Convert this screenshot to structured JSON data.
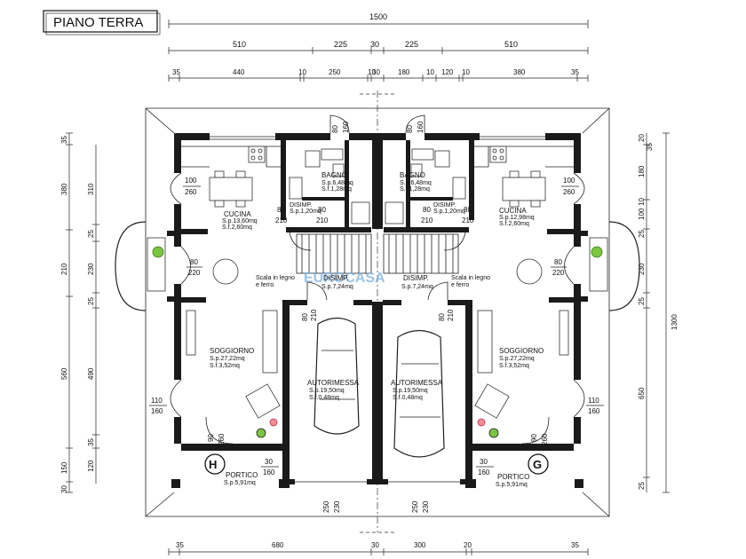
{
  "title": "PIANO TERRA",
  "top_dims": {
    "total": "1500",
    "row2": [
      "510",
      "225",
      "30",
      "225",
      "510"
    ],
    "row3": [
      "35",
      "440",
      "10",
      "250",
      "10",
      "30",
      "180",
      "10",
      "120",
      "10",
      "380",
      "35"
    ]
  },
  "bottom_dims": [
    "35",
    "680",
    "30",
    "300",
    "20",
    "35"
  ],
  "left_dims_outer": [
    "35",
    "380",
    "210",
    "560",
    "150",
    "30"
  ],
  "left_dims_inner": [
    "310",
    "25",
    "230",
    "25",
    "490",
    "35",
    "120"
  ],
  "right_dims_inner": [
    "20",
    "35",
    "180",
    "10",
    "100",
    "25",
    "230",
    "25",
    "650",
    "25"
  ],
  "right_total": "1300",
  "rooms": {
    "cucina_left": {
      "name": "CUCINA",
      "sp": "S.p.13,60mq",
      "sf": "S.f.2,60mq"
    },
    "cucina_right": {
      "name": "CUCINA",
      "sp": "S.p.12,98mq",
      "sf": "S.f.2,60mq"
    },
    "bagno_left": {
      "name": "BAGNO",
      "sp": "S.p.6,48mq",
      "sf": "S.f.1,28mq"
    },
    "bagno_right": {
      "name": "BAGNO",
      "sp": "S.p.6,48mq",
      "sf": "S.f.1,28mq"
    },
    "disimp_small_left": {
      "name": "DISIMP.",
      "sp": "S.p.1,20mq"
    },
    "disimp_small_right": {
      "name": "DISIMP.",
      "sp": "S.p.1,20mq"
    },
    "disimp_left": {
      "name": "DISIMP.",
      "sp": "S.p.7,24mq"
    },
    "disimp_right": {
      "name": "DISIMP.",
      "sp": "S.p.7,24mq"
    },
    "soggiorno_left": {
      "name": "SOGGIORNO",
      "sp": "S.p.27,22mq",
      "sf": "S.f.3,52mq"
    },
    "soggiorno_right": {
      "name": "SOGGIORNO",
      "sp": "S.p.27,22mq",
      "sf": "S.f.3,52mq"
    },
    "autorimessa_left": {
      "name": "AUTORIMESSA",
      "sp": "S.p.19,50mq",
      "sf": "S.f.0,48mq"
    },
    "autorimessa_right": {
      "name": "AUTORIMESSA",
      "sp": "S.p.19,50mq",
      "sf": "S.f.0,48mq"
    },
    "portico_left": {
      "name": "PORTICO",
      "sp": "S.p.5,91mq"
    },
    "portico_right": {
      "name": "PORTICO",
      "sp": "S.p.5,91mq"
    }
  },
  "stairs_note_left": [
    "Scala in legno",
    "e ferro"
  ],
  "stairs_note_right": [
    "Scala in legno",
    "e ferro"
  ],
  "unit_left": "H",
  "unit_right": "G",
  "watermark": "EUROCASA",
  "openings": {
    "win_100_260": [
      "100",
      "260"
    ],
    "door_80_220": [
      "80",
      "220"
    ],
    "door_80_210": [
      "80",
      "210"
    ],
    "bath_80_160": [
      "80",
      "160"
    ],
    "win_110_160": [
      "110",
      "160"
    ],
    "door_90_260": [
      "90",
      "260"
    ],
    "portico_30_160": [
      "30",
      "160"
    ],
    "garage_250_230": [
      "250",
      "230"
    ],
    "garage_side_80_210": [
      "80",
      "210"
    ]
  }
}
